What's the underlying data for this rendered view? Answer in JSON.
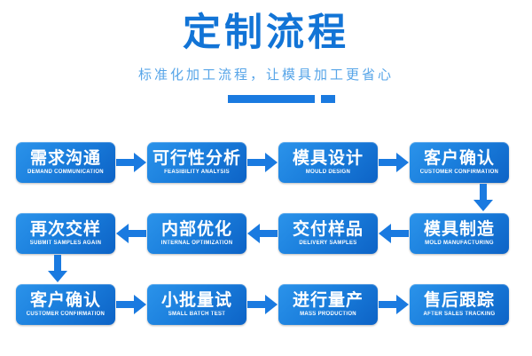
{
  "header": {
    "title": "定制流程",
    "subtitle": "标准化加工流程，让模具加工更省心",
    "divider_icon": "divider-bar-icon"
  },
  "colors": {
    "title_blue": "#1274d6",
    "subtitle_blue": "#57a5e8",
    "node_gradient_start": "#2b93ea",
    "node_gradient_end": "#0d63c6",
    "arrow_blue": "#1a7ae0",
    "background": "#ffffff"
  },
  "flow": {
    "rows": [
      {
        "direction": "right",
        "arrow_icon": "arrow-right-icon",
        "nodes": [
          {
            "cn": "需求沟通",
            "en": "DEMAND COMMUNICATION"
          },
          {
            "cn": "可行性分析",
            "en": "FEASIBILITY ANALYSIS"
          },
          {
            "cn": "模具设计",
            "en": "MOULD DESIGN"
          },
          {
            "cn": "客户确认",
            "en": "CUSTOMER CONFIRMATION"
          }
        ]
      },
      {
        "direction": "left",
        "arrow_icon": "arrow-left-icon",
        "nodes": [
          {
            "cn": "再次交样",
            "en": "SUBMIT SAMPLES AGAIN"
          },
          {
            "cn": "内部优化",
            "en": "INTERNAL OPTIMIZATION"
          },
          {
            "cn": "交付样品",
            "en": "DELIVERY SAMPLES"
          },
          {
            "cn": "模具制造",
            "en": "MOLD MANUFACTURING"
          }
        ]
      },
      {
        "direction": "right",
        "arrow_icon": "arrow-right-icon",
        "nodes": [
          {
            "cn": "客户确认",
            "en": "CUSTOMER CONFIRMATION"
          },
          {
            "cn": "小批量试",
            "en": "SMALL BATCH TEST"
          },
          {
            "cn": "进行量产",
            "en": "MASS PRODUCTION"
          },
          {
            "cn": "售后跟踪",
            "en": "AFTER SALES TRACKING"
          }
        ]
      }
    ],
    "connectors": [
      {
        "icon": "arrow-down-icon",
        "side": "right"
      },
      {
        "icon": "arrow-down-icon",
        "side": "left"
      }
    ]
  }
}
